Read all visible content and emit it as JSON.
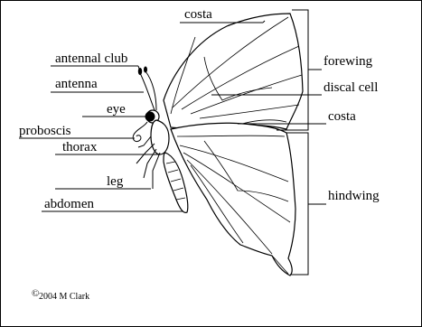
{
  "labels": {
    "costa_top": "costa",
    "antennal_club": "antennal club",
    "antenna": "antenna",
    "eye": "eye",
    "proboscis": "proboscis",
    "thorax": "thorax",
    "leg": "leg",
    "abdomen": "abdomen",
    "forewing": "forewing",
    "discal_cell": "discal cell",
    "costa_mid": "costa",
    "hindwing": "hindwing"
  },
  "copyright": {
    "symbol": "©",
    "text": "2004 M Clark"
  }
}
